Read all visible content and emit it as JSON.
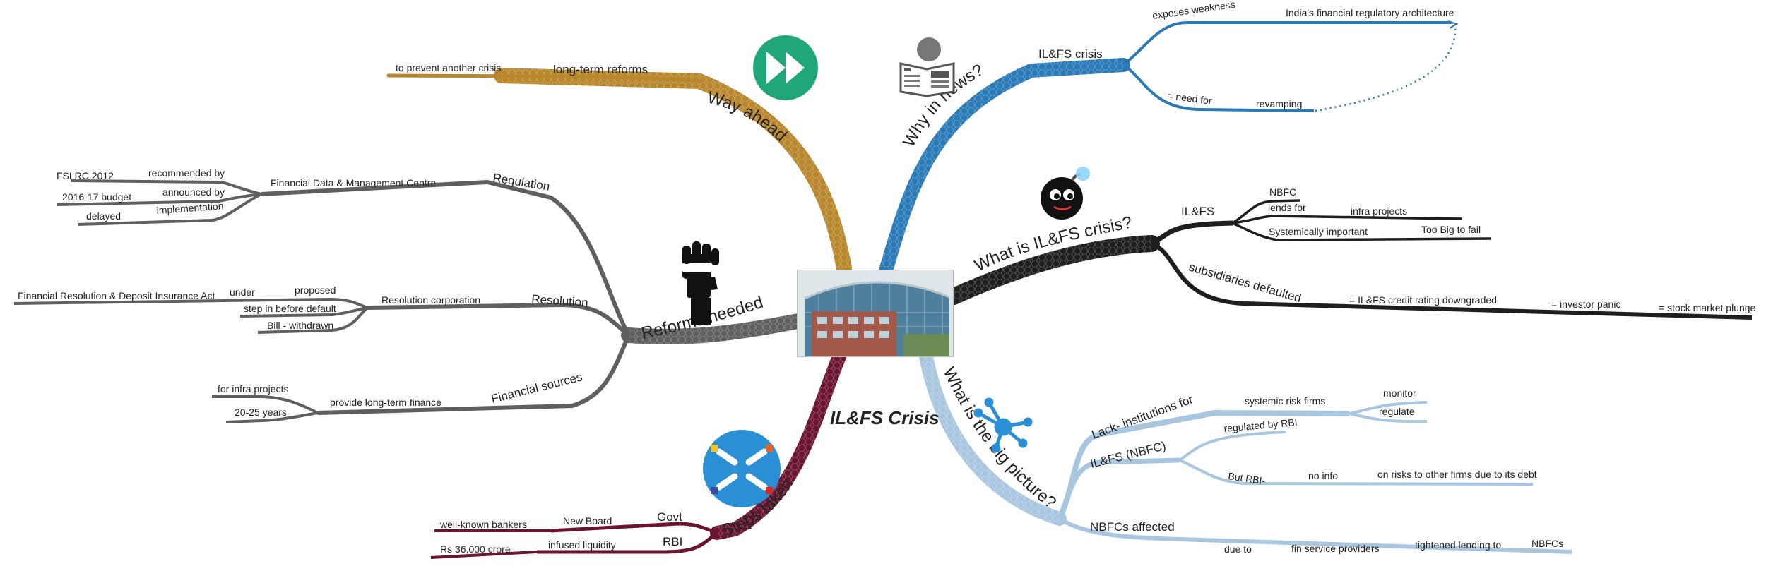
{
  "title": "IL&FS Crisis",
  "colors": {
    "way_ahead": "#b8862b",
    "why_news": "#2a7ab8",
    "what_is": "#1e1e1e",
    "big_picture": "#a9c6e0",
    "steps": "#6b1430",
    "reforms": "#5f5f5f"
  },
  "icons": {
    "way_ahead": "fast-forward-icon",
    "why_news": "newspaper-reader-icon",
    "what_is": "bomb-icon",
    "big_picture": "network-icon",
    "steps": "hands-teamwork-icon",
    "reforms": "raised-fist-icon"
  },
  "branches": {
    "way_ahead": {
      "label": "Way ahead",
      "reforms": "long-term reforms",
      "purpose": "to prevent another crisis"
    },
    "why_news": {
      "label": "Why in news?",
      "topic": "IL&FS crisis",
      "exposes": "exposes weakness",
      "architecture": "India's financial regulatory architecture",
      "need": "= need for",
      "revamping": "revamping"
    },
    "what_is": {
      "label": "What is IL&FS crisis?",
      "ilfs": "IL&FS",
      "nbfc": "NBFC",
      "lends": "lends for",
      "infra": "infra projects",
      "systemic": "Systemically important",
      "too_big": "Too Big to fail",
      "defaulted": "subsidiaries defaulted",
      "downgraded": "= IL&FS credit rating downgraded",
      "panic": "= investor panic",
      "plunge": "= stock market plunge"
    },
    "big_picture": {
      "label": "What is the big picture?",
      "lack": "Lack- institutions for",
      "systemic_risk": "systemic risk firms",
      "monitor": "monitor",
      "regulate": "regulate",
      "ilfs_nbfc": "IL&FS (NBFC)",
      "regulated_by": "regulated by RBI",
      "but_rbi": "But RBI-",
      "no_info": "no info",
      "on_risks": "on risks to other firms due to its debt",
      "nbfcs_affected": "NBFCs affected",
      "due_to": "due to",
      "fin_service": "fin service providers",
      "tightened": "tightened lending to",
      "nbfcs": "NBFCs"
    },
    "steps": {
      "label": "Steps taken",
      "govt": "Govt",
      "new_board": "New Board",
      "bankers": "well-known bankers",
      "rbi": "RBI",
      "infused": "infused liquidity",
      "amount": "Rs 36,000 crore"
    },
    "reforms": {
      "label": "Reforms needed",
      "regulation": "Regulation",
      "fdmc": "Financial Data & Management Centre",
      "recommended": "recommended by",
      "fslrc": "FSLRC 2012",
      "announced": "announced by",
      "budget": "2016-17 budget",
      "implementation": "implementation",
      "delayed": "delayed",
      "resolution": "Resolution",
      "res_corp": "Resolution corporation",
      "proposed": "proposed",
      "under": "under",
      "frdi": "Financial Resolution & Deposit Insurance Act",
      "step_in": "step in before default",
      "bill": "Bill - withdrawn",
      "fin_sources": "Financial sources",
      "long_term": "provide long-term finance",
      "for_infra": "for infra projects",
      "years": "20-25 years"
    }
  }
}
